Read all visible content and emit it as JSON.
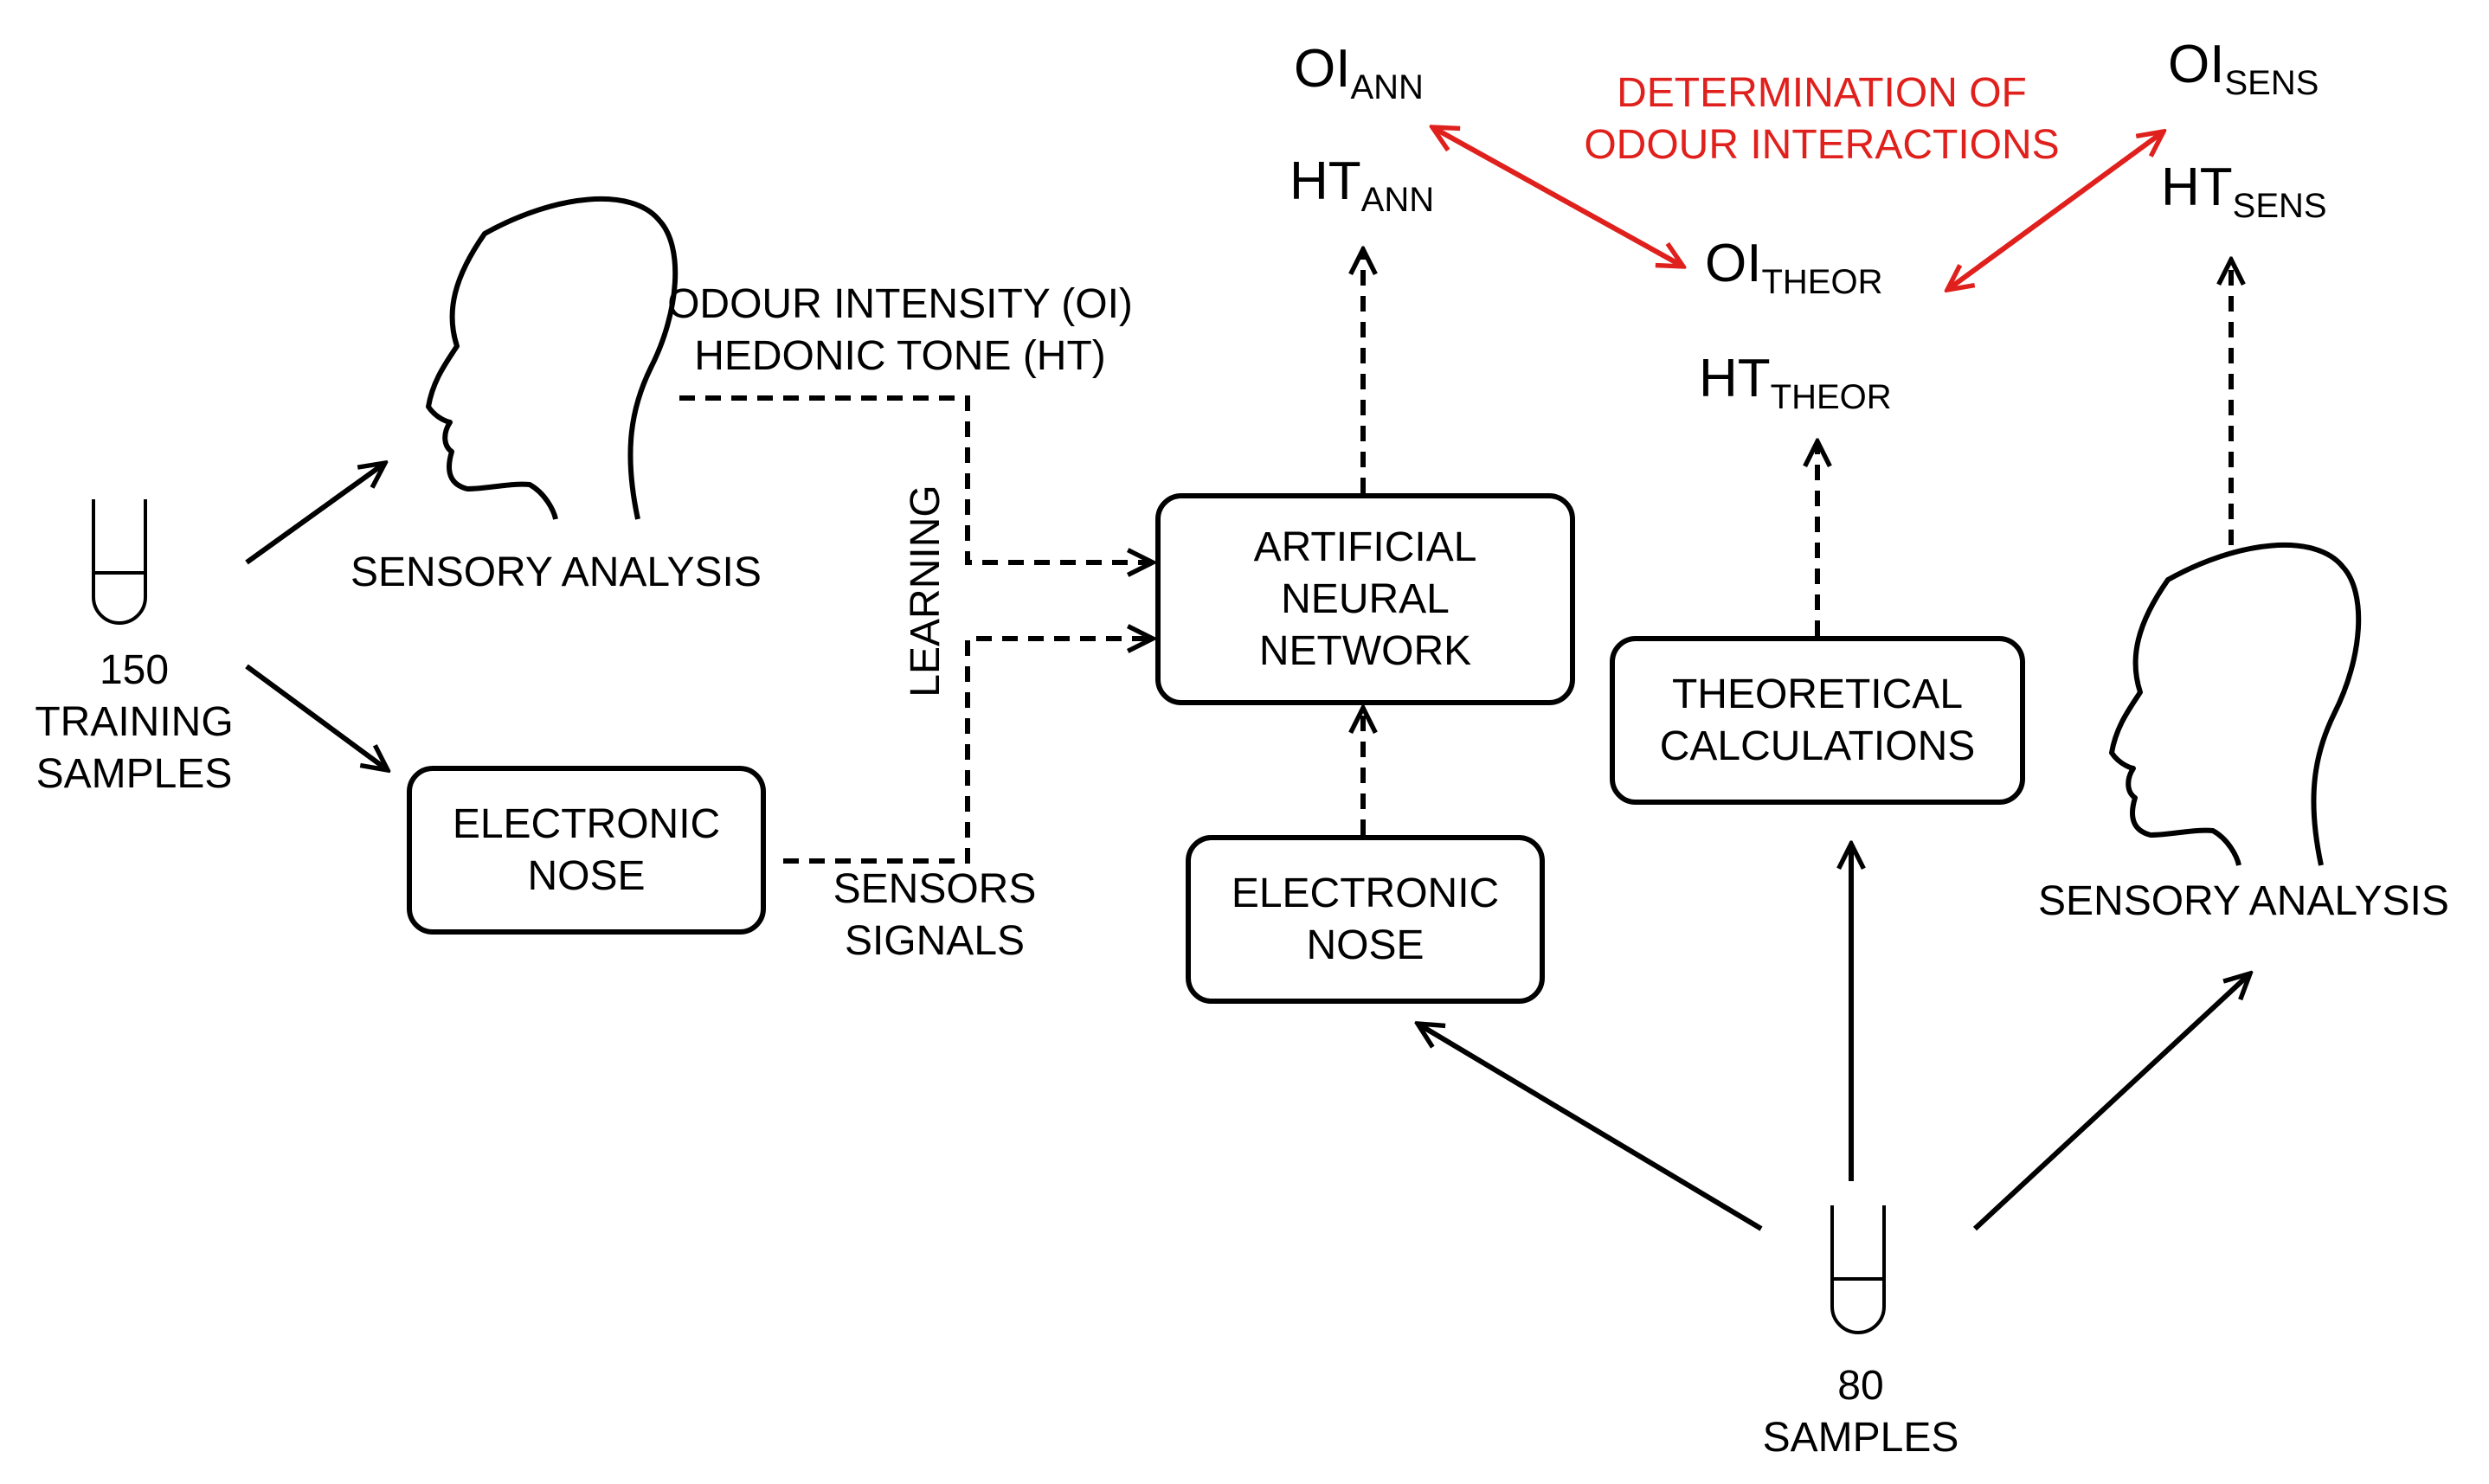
{
  "training": {
    "count": "150",
    "label_line1": "TRAINING",
    "label_line2": "SAMPLES"
  },
  "training_sensory_label": "SENSORY ANALYSIS",
  "training_enose": {
    "line1": "ELECTRONIC",
    "line2": "NOSE"
  },
  "outputs_label": {
    "line1": "ODOUR INTENSITY (OI)",
    "line2": "HEDONIC TONE (HT)"
  },
  "learning_label": "LEARNING",
  "sensors_label": {
    "line1": "SENSORS",
    "line2": "SIGNALS"
  },
  "ann_box": {
    "line1": "ARTIFICIAL",
    "line2": "NEURAL",
    "line3": "NETWORK"
  },
  "test_enose": {
    "line1": "ELECTRONIC",
    "line2": "NOSE"
  },
  "theory_box": {
    "line1": "THEORETICAL",
    "line2": "CALCULATIONS"
  },
  "test_sensory_label": "SENSORY ANALYSIS",
  "test": {
    "count": "80",
    "label": "SAMPLES"
  },
  "results": {
    "oi_ann": {
      "main": "OI",
      "sub": "ANN"
    },
    "ht_ann": {
      "main": "HT",
      "sub": "ANN"
    },
    "oi_theor": {
      "main": "OI",
      "sub": "THEOR"
    },
    "ht_theor": {
      "main": "HT",
      "sub": "THEOR"
    },
    "oi_sens": {
      "main": "OI",
      "sub": "SENS"
    },
    "ht_sens": {
      "main": "HT",
      "sub": "SENS"
    }
  },
  "interaction_label": {
    "line1": "DETERMINATION OF",
    "line2": "ODOUR INTERACTIONS"
  },
  "colors": {
    "ink": "#000000",
    "accent": "#e0201c"
  }
}
